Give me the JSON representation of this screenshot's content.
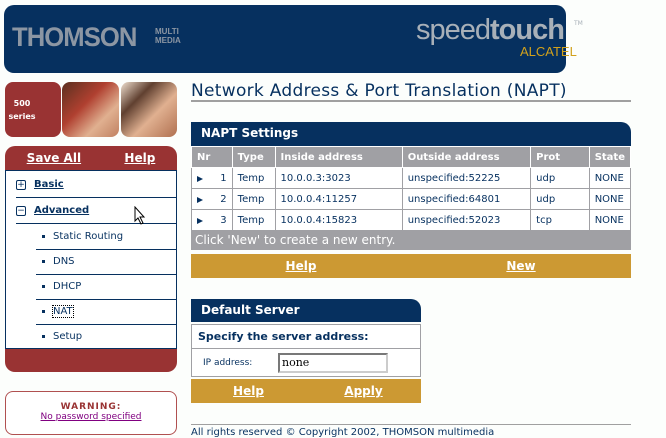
{
  "header": {
    "brand": "THOMSON",
    "brand_sub": "MULTI MEDIA",
    "product_light": "speed",
    "product_bold": "touch",
    "trademark": "TM",
    "partner": "ALCATEL",
    "series": "500 series"
  },
  "menu": {
    "save_all": "Save All",
    "help": "Help",
    "items": [
      {
        "label": "Basic",
        "expander": "+"
      },
      {
        "label": "Advanced",
        "expander": "−"
      }
    ],
    "subitems": [
      "Static Routing",
      "DNS",
      "DHCP",
      "NAT",
      "Setup"
    ]
  },
  "warning": {
    "title": "WARNING:",
    "link": "No password specified"
  },
  "page": {
    "title": "Network Address & Port Translation (NAPT)"
  },
  "napt": {
    "heading": "NAPT Settings",
    "columns": [
      "Nr",
      "Type",
      "Inside address",
      "Outside address",
      "Prot",
      "State"
    ],
    "rows": [
      [
        "1",
        "Temp",
        "10.0.0.3:3023",
        "unspecified:52225",
        "udp",
        "NONE"
      ],
      [
        "2",
        "Temp",
        "10.0.0.4:11257",
        "unspecified:64801",
        "udp",
        "NONE"
      ],
      [
        "3",
        "Temp",
        "10.0.0.4:15823",
        "unspecified:52023",
        "tcp",
        "NONE"
      ]
    ],
    "message": "Click 'New' to create a new entry.",
    "help": "Help",
    "new": "New"
  },
  "default_server": {
    "heading": "Default Server",
    "instruction": "Specify the server address:",
    "ip_label": "IP address:",
    "ip_value": "none",
    "help": "Help",
    "apply": "Apply"
  },
  "footer": "All rights reserved © Copyright 2002, THOMSON multimedia",
  "colors": {
    "navy": "#06305f",
    "red": "#993333",
    "gold": "#cc9933",
    "gray": "#a0a0a4"
  }
}
